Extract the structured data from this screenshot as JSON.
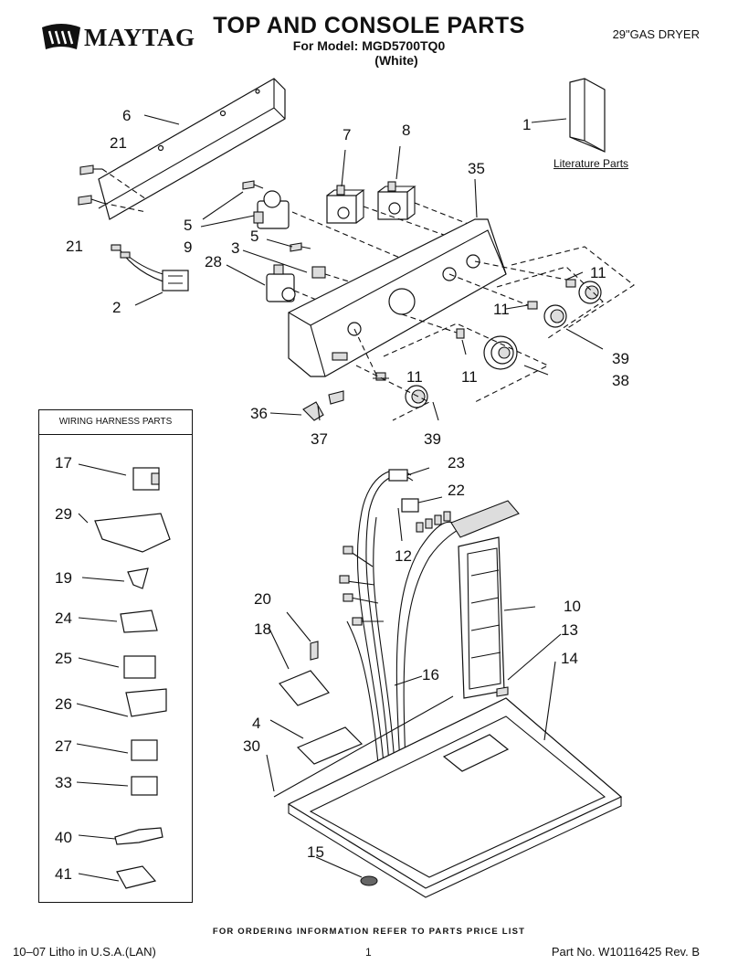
{
  "header": {
    "brand": "MAYTAG",
    "title": "TOP AND CONSOLE PARTS",
    "subtitle": "For Model: MGD5700TQ0",
    "color": "(White)",
    "appliance": "29\"GAS DRYER"
  },
  "literature_label": "Literature Parts",
  "harness_title": "WIRING HARNESS PARTS",
  "callouts": [
    "1",
    "2",
    "3",
    "4",
    "5",
    "5",
    "6",
    "7",
    "8",
    "9",
    "10",
    "11",
    "11",
    "11",
    "11",
    "12",
    "13",
    "14",
    "15",
    "16",
    "17",
    "18",
    "19",
    "20",
    "21",
    "21",
    "22",
    "23",
    "24",
    "25",
    "26",
    "27",
    "28",
    "29",
    "30",
    "33",
    "35",
    "36",
    "37",
    "38",
    "39",
    "39",
    "40",
    "41"
  ],
  "footer": {
    "order_note": "FOR ORDERING INFORMATION REFER TO PARTS PRICE LIST",
    "litho": "10–07 Litho in U.S.A.(LAN)",
    "page": "1",
    "part_no": "Part No. W10116425 Rev. B"
  }
}
